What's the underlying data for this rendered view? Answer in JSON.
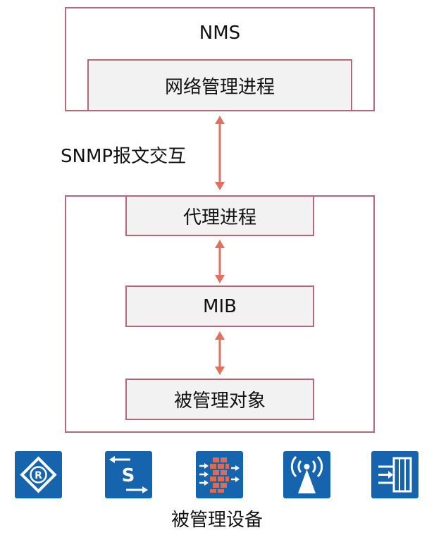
{
  "nms": {
    "title": "NMS",
    "process": "网络管理进程"
  },
  "link_label": "SNMP报文交互",
  "agent": {
    "process": "代理进程",
    "mib": "MIB",
    "managed_object": "被管理对象"
  },
  "devices": {
    "label": "被管理设备",
    "icons": [
      "router-icon",
      "switch-icon",
      "firewall-icon",
      "wireless-ap-icon",
      "server-icon"
    ]
  },
  "colors": {
    "box_border": "#b5677c",
    "box_fill": "#f2f2f2",
    "arrow": "#e0705f",
    "device_bg": "#1564ad"
  }
}
